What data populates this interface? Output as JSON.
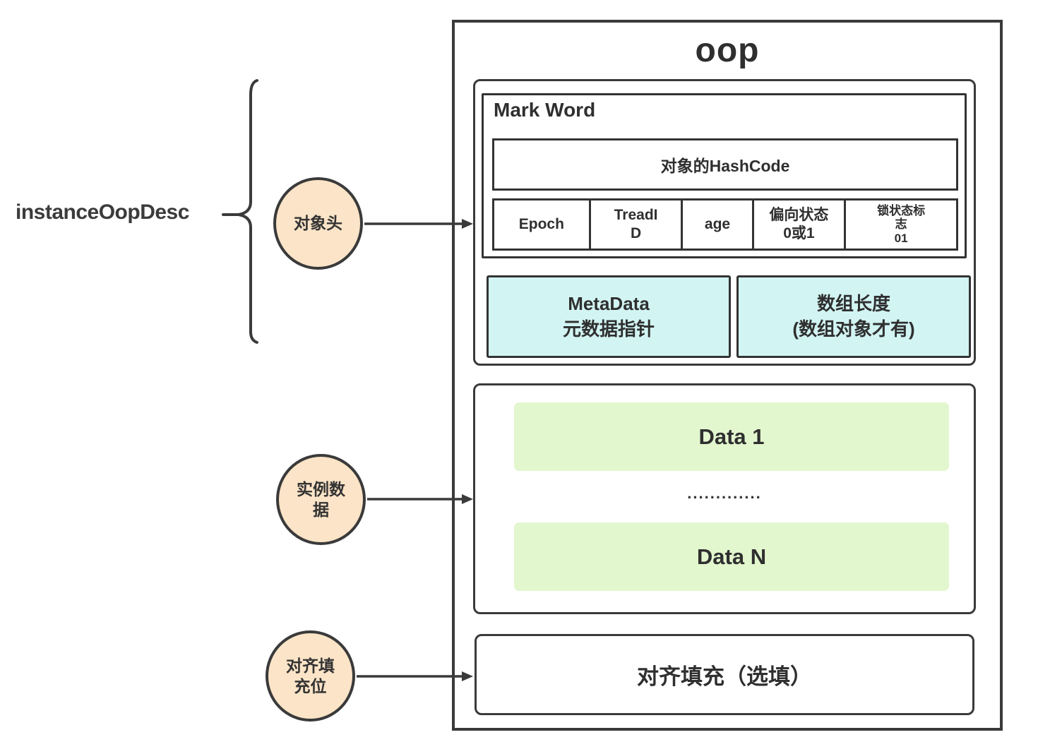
{
  "labels": {
    "left_label": "instanceOopDesc"
  },
  "pointers": [
    {
      "label": "对象头"
    },
    {
      "label": "实例数\n据"
    },
    {
      "label": "对齐填\n充位"
    }
  ],
  "oop": {
    "title": "oop",
    "mark_word": {
      "label": "Mark Word",
      "hash_row": "对象的HashCode",
      "cells": [
        "Epoch",
        "TreadI\nD",
        "age",
        "偏向状态\n0或1",
        "锁状态标\n志\n01"
      ]
    },
    "metadata_label": "MetaData\n元数据指针",
    "array_length_label": "数组长度\n(数组对象才有)",
    "instance_data": {
      "first": "Data 1",
      "ellipsis": ".............",
      "last": "Data N"
    },
    "padding_label": "对齐填充（选填）"
  },
  "colors": {
    "line": "#3a3a3a",
    "circle_fill": "#fbe4c7",
    "cyan_fill": "#d2f5f3",
    "green_fill": "#e3f7cf"
  }
}
